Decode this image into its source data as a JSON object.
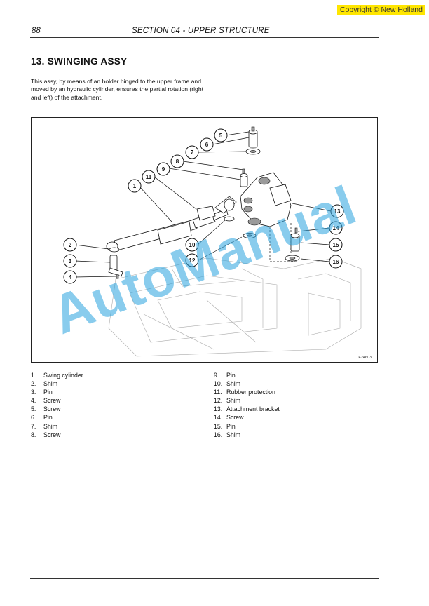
{
  "copyright": "Copyright © New Holland",
  "header": {
    "page_number": "88",
    "section": "SECTION 04 - UPPER STRUCTURE"
  },
  "title": "13.  SWINGING ASSY",
  "intro": "This assy, by means of an holder hinged to the upper frame and moved by an hydraulic cylinder, ensures the partial rotation (right and left) of the attachment.",
  "figure": {
    "code": "F24603",
    "callouts": [
      "1",
      "2",
      "3",
      "4",
      "5",
      "6",
      "7",
      "8",
      "9",
      "10",
      "11",
      "12",
      "13",
      "14",
      "15",
      "16"
    ]
  },
  "watermark": "AutoManual",
  "legend_left": [
    {
      "num": "1.",
      "label": "Swing cylinder"
    },
    {
      "num": "2.",
      "label": "Shim"
    },
    {
      "num": "3.",
      "label": "Pin"
    },
    {
      "num": "4.",
      "label": "Screw"
    },
    {
      "num": "5.",
      "label": "Screw"
    },
    {
      "num": "6.",
      "label": "Pin"
    },
    {
      "num": "7.",
      "label": "Shim"
    },
    {
      "num": "8.",
      "label": "Screw"
    }
  ],
  "legend_right": [
    {
      "num": "9.",
      "label": "Pin"
    },
    {
      "num": "10.",
      "label": "Shim"
    },
    {
      "num": "11.",
      "label": "Rubber protection"
    },
    {
      "num": "12.",
      "label": "Shim"
    },
    {
      "num": "13.",
      "label": "Attachment bracket"
    },
    {
      "num": "14.",
      "label": "Screw"
    },
    {
      "num": "15.",
      "label": "Pin"
    },
    {
      "num": "16.",
      "label": "Shim"
    }
  ]
}
